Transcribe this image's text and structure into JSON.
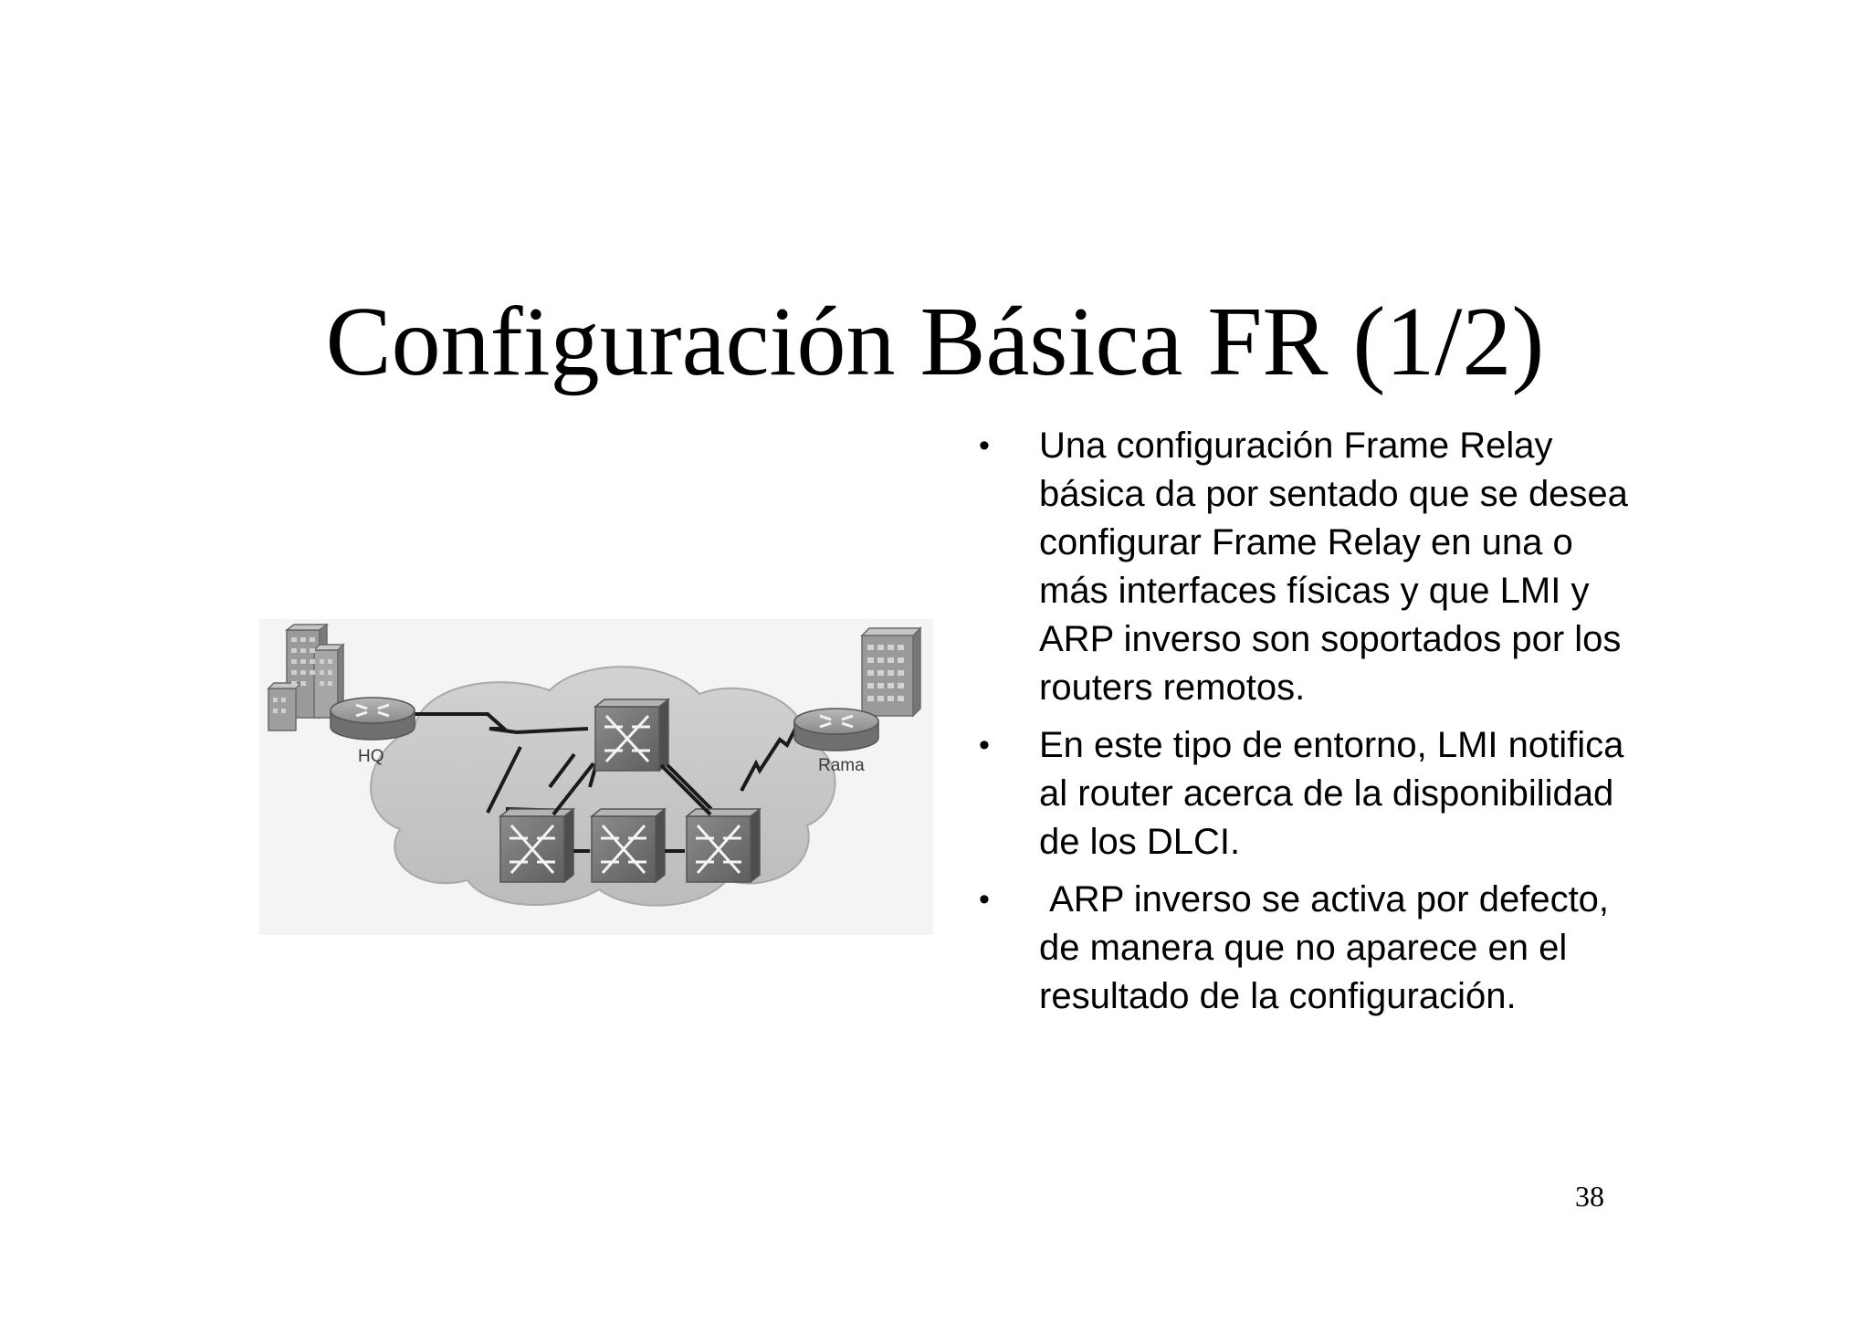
{
  "slide": {
    "title": "Configuración Básica FR (1/2)",
    "page_number": "38"
  },
  "diagram": {
    "labels": {
      "hq": "HQ",
      "rama": "Rama"
    }
  },
  "bullets": [
    {
      "marker": "•",
      "text": "Una configuración Frame Relay básica da por sentado que se desea configurar Frame Relay en una o más interfaces físicas y que LMI y ARP inverso son soportados por los routers remotos."
    },
    {
      "marker": "•",
      "text": "En este tipo de entorno, LMI notifica al router acerca de la disponibilidad de los DLCI."
    },
    {
      "marker": "•",
      "text": " ARP inverso se activa por defecto, de manera que no aparece en el resultado de la configuración."
    }
  ]
}
